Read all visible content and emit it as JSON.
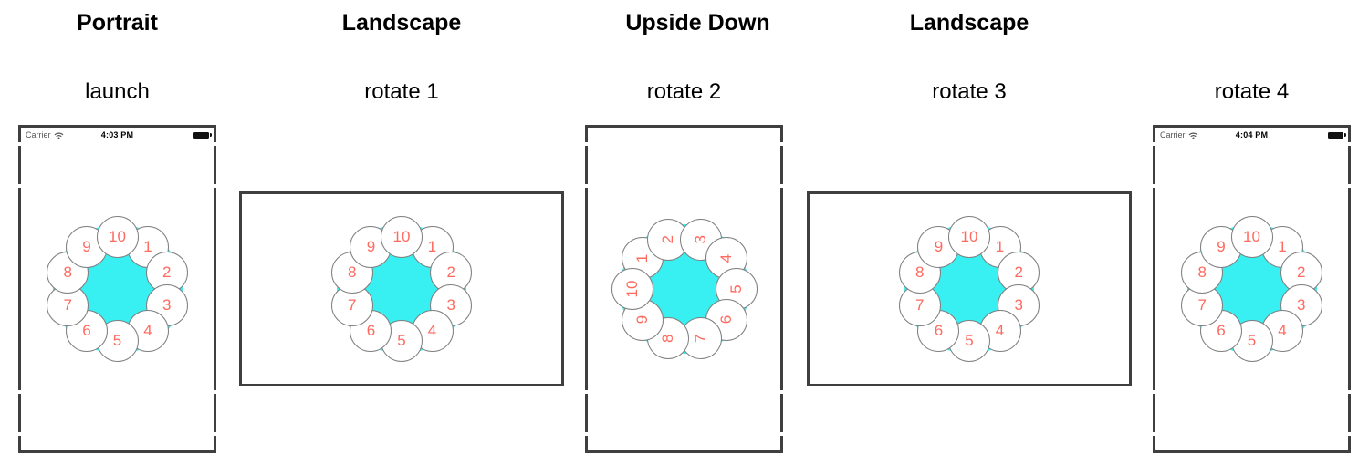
{
  "columns": [
    {
      "header": "Portrait",
      "subtitle": "launch",
      "device_frame": "portrait",
      "status_bar": {
        "carrier": "Carrier",
        "time": "4:03 PM",
        "left_icon": "wifi-icon",
        "right_icon": "battery-icon"
      },
      "cluster_rotation_deg": 0
    },
    {
      "header": "Landscape",
      "subtitle": "rotate 1",
      "device_frame": "landscape",
      "cluster_rotation_deg": 0
    },
    {
      "header": "Upside Down",
      "subtitle": "rotate 2",
      "device_frame": "portrait",
      "cluster_rotation_deg": -90
    },
    {
      "header": "Landscape",
      "subtitle": "rotate 3",
      "device_frame": "landscape",
      "cluster_rotation_deg": 0
    },
    {
      "header": "",
      "subtitle": "rotate 4",
      "device_frame": "portrait",
      "status_bar": {
        "carrier": "Carrier",
        "time": "4:04 PM",
        "left_icon": "wifi-icon",
        "right_icon": "battery-icon"
      },
      "cluster_rotation_deg": 0
    }
  ],
  "cluster": {
    "numbers": [
      1,
      2,
      3,
      4,
      5,
      6,
      7,
      8,
      9,
      10
    ],
    "top_number": 10,
    "order": "clockwise"
  },
  "colors": {
    "cluster_fill": "#38f0f2",
    "number_text": "#ff6a5f",
    "circle_border": "#7f7f7f",
    "frame_border": "#3f3f3f",
    "status_text_secondary": "#555555",
    "status_text_primary": "#000000"
  }
}
